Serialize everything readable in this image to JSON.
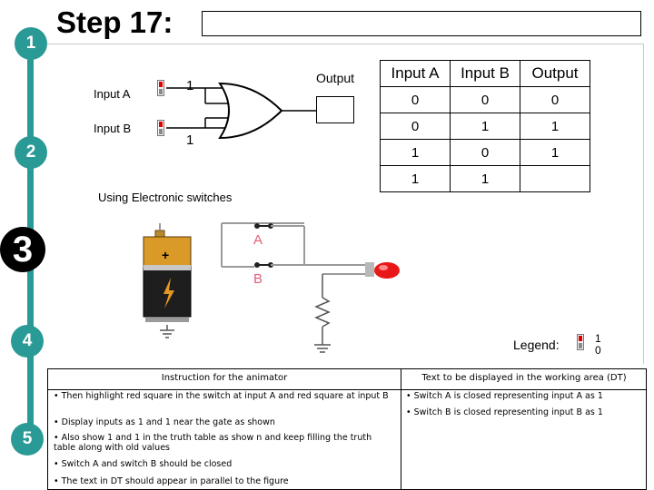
{
  "slide": {
    "title": "Step 17:",
    "steps": [
      "1",
      "2",
      "3",
      "4",
      "5"
    ]
  },
  "gate_area": {
    "input_a_label": "Input A",
    "input_b_label": "Input B",
    "input_a_value": "1",
    "input_b_value": "1",
    "output_label": "Output",
    "caption": "Using Electronic switches"
  },
  "truth_table": {
    "headers": [
      "Input A",
      "Input B",
      "Output"
    ],
    "rows": [
      [
        "0",
        "0",
        "0"
      ],
      [
        "0",
        "1",
        "1"
      ],
      [
        "1",
        "0",
        "1"
      ],
      [
        "1",
        "1",
        ""
      ]
    ]
  },
  "circuit": {
    "switch_a_label": "A",
    "switch_b_label": "B",
    "battery_plus": "+"
  },
  "legend": {
    "label": "Legend:",
    "value_top": "1",
    "value_bottom": "0"
  },
  "instructions": {
    "left_header": "Instruction for the animator",
    "right_header": "Text to be displayed in the working area (DT)",
    "left_items": [
      "Then highlight red square in the switch at input A and red square at input B",
      "Display inputs as 1 and 1 near the gate as shown",
      "Also show 1 and 1 in the truth table as show n and keep filling the truth table along with old values",
      "Switch A and switch B should be closed",
      "The text in DT should appear  in parallel to the figure"
    ],
    "right_items": [
      "Switch A is closed representing input A as 1",
      "Switch B is closed representing input B as 1"
    ]
  }
}
